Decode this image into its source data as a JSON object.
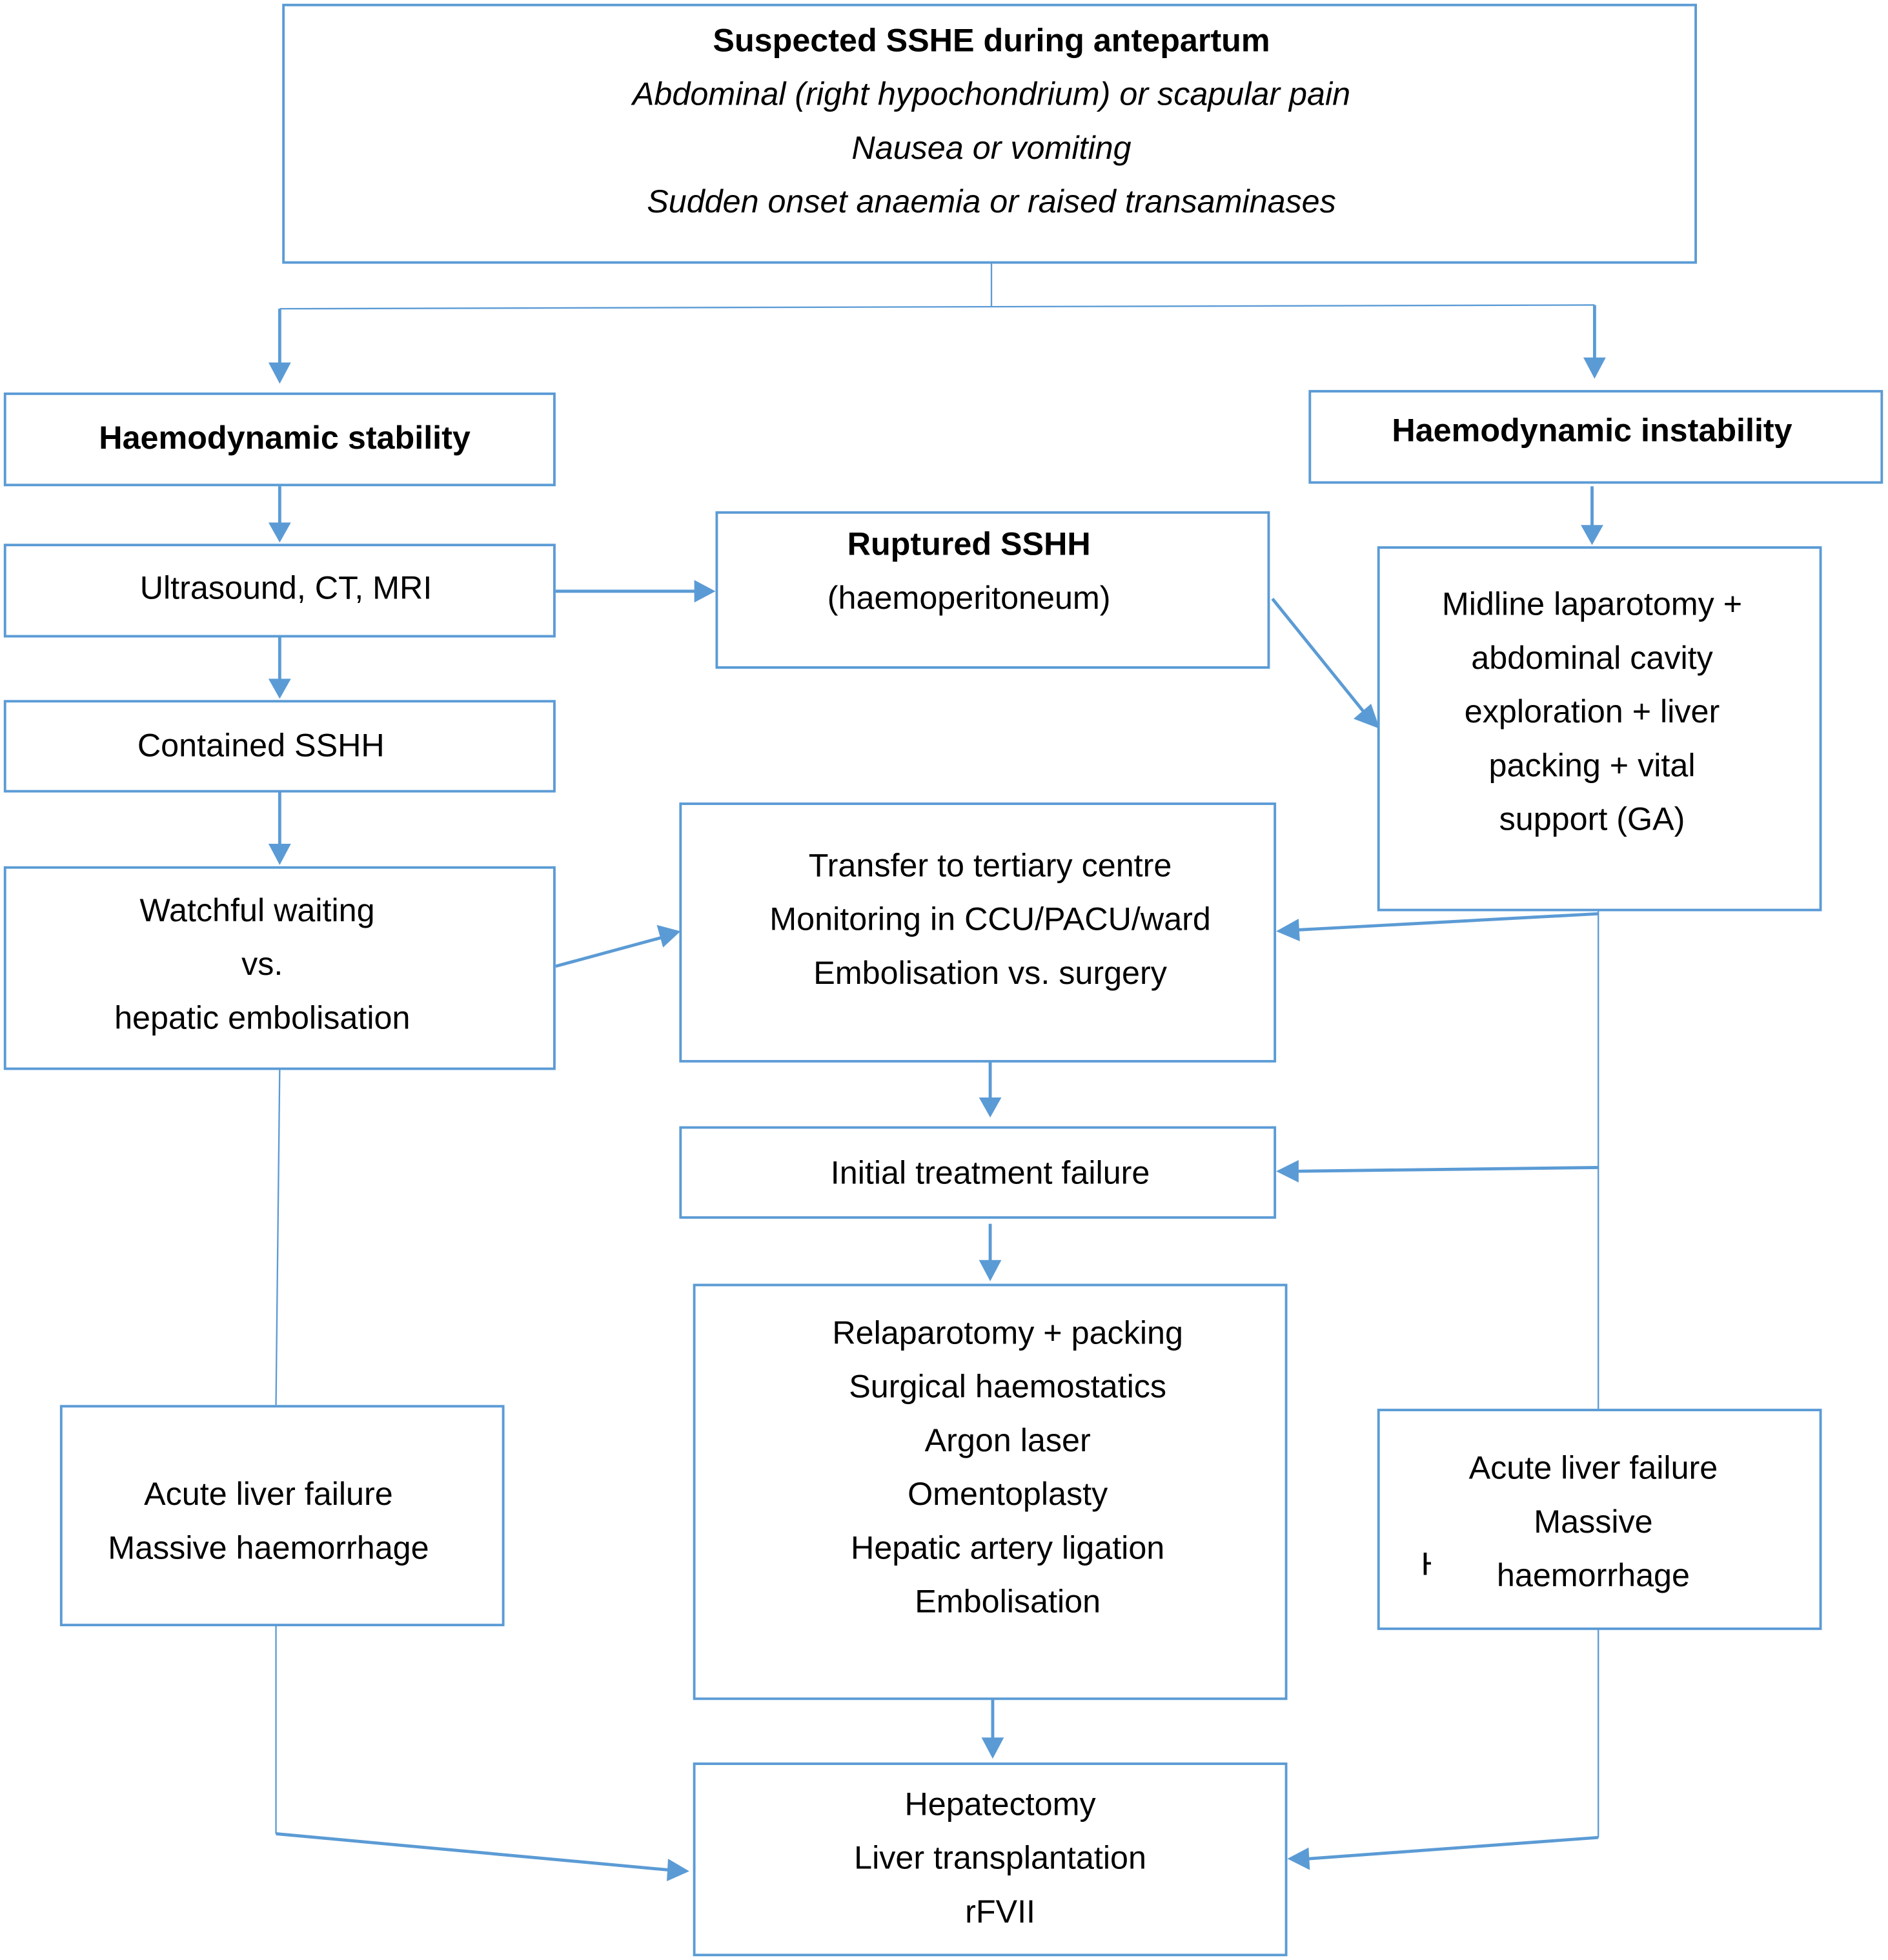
{
  "diagram": {
    "type": "flowchart",
    "colors": {
      "stroke": "#5b9bd5",
      "text": "#000000",
      "background": "#ffffff"
    },
    "nodes": {
      "suspected": {
        "title": "Suspected SSHE during antepartum",
        "lines": [
          "Abdominal (right hypochondrium) or scapular pain",
          "Nausea or vomiting",
          "Sudden onset anaemia or raised transaminases"
        ]
      },
      "stability": {
        "title": "Haemodynamic stability"
      },
      "instability": {
        "title": "Haemodynamic instability"
      },
      "imaging": {
        "lines": [
          "Ultrasound, CT, MRI"
        ]
      },
      "ruptured": {
        "title": "Ruptured SSHH",
        "lines": [
          "(haemoperitoneum)"
        ]
      },
      "contained": {
        "lines": [
          "Contained SSHH"
        ]
      },
      "laparotomy": {
        "lines": [
          "Midline laparotomy +",
          "abdominal cavity",
          "exploration + liver",
          "packing + vital",
          "support (GA)"
        ]
      },
      "watchful": {
        "lines": [
          "Watchful waiting",
          "vs.",
          "hepatic embolisation"
        ]
      },
      "transfer": {
        "lines": [
          "Transfer to tertiary centre",
          "Monitoring in CCU/PACU/ward",
          "Embolisation vs. surgery"
        ]
      },
      "failure": {
        "lines": [
          "Initial treatment failure"
        ]
      },
      "relaparotomy": {
        "lines": [
          "Relaparotomy + packing",
          "Surgical haemostatics",
          "Argon laser",
          "Omentoplasty",
          "Hepatic artery ligation",
          "Embolisation"
        ]
      },
      "alf_left": {
        "lines": [
          "Acute liver failure",
          "Massive haemorrhage"
        ]
      },
      "alf_right": {
        "lines": [
          "Acute liver failure",
          "Massive",
          "haemorrhage"
        ],
        "artifact": "H"
      },
      "final": {
        "lines": [
          "Hepatectomy",
          "Liver transplantation",
          "rFVII"
        ]
      }
    },
    "edges": [
      {
        "from": "suspected",
        "to": "stability"
      },
      {
        "from": "suspected",
        "to": "instability"
      },
      {
        "from": "stability",
        "to": "imaging"
      },
      {
        "from": "imaging",
        "to": "ruptured"
      },
      {
        "from": "imaging",
        "to": "contained"
      },
      {
        "from": "ruptured",
        "to": "laparotomy"
      },
      {
        "from": "instability",
        "to": "laparotomy"
      },
      {
        "from": "contained",
        "to": "watchful"
      },
      {
        "from": "watchful",
        "to": "transfer"
      },
      {
        "from": "laparotomy",
        "to": "transfer"
      },
      {
        "from": "transfer",
        "to": "failure"
      },
      {
        "from": "laparotomy",
        "to": "failure"
      },
      {
        "from": "failure",
        "to": "relaparotomy"
      },
      {
        "from": "watchful",
        "to": "alf_left"
      },
      {
        "from": "laparotomy",
        "to": "alf_right"
      },
      {
        "from": "relaparotomy",
        "to": "final"
      },
      {
        "from": "alf_left",
        "to": "final"
      },
      {
        "from": "alf_right",
        "to": "final"
      }
    ]
  }
}
